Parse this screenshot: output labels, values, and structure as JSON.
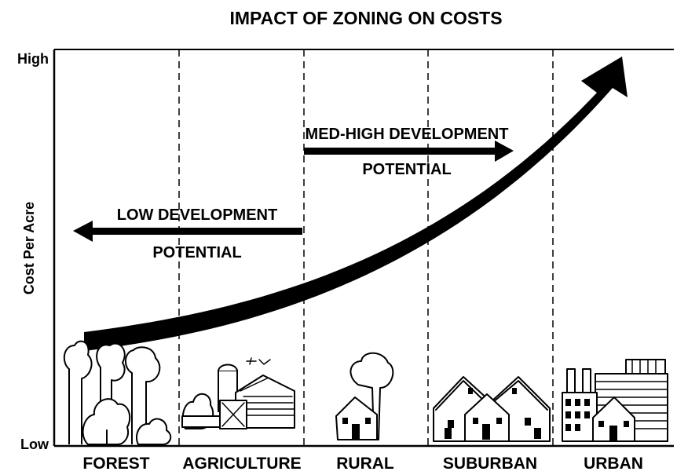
{
  "title": "IMPACT OF ZONING ON COSTS",
  "y_axis": {
    "title": "Cost Per Acre",
    "high_label": "High",
    "low_label": "Low"
  },
  "zones": [
    "FOREST",
    "AGRICULTURE",
    "RURAL",
    "SUBURBAN",
    "URBAN"
  ],
  "arrows": {
    "low_development": {
      "line1": "LOW DEVELOPMENT",
      "line2": "POTENTIAL",
      "direction": "left"
    },
    "med_high_development": {
      "line1": "MED-HIGH DEVELOPMENT",
      "line2": "POTENTIAL",
      "direction": "right"
    }
  },
  "icons": [
    "forest-trees-icon",
    "farm-barn-silo-icon",
    "rural-house-tree-icon",
    "suburban-houses-icon",
    "urban-buildings-icon"
  ],
  "colors": {
    "ink": "#000000",
    "background": "#ffffff"
  }
}
